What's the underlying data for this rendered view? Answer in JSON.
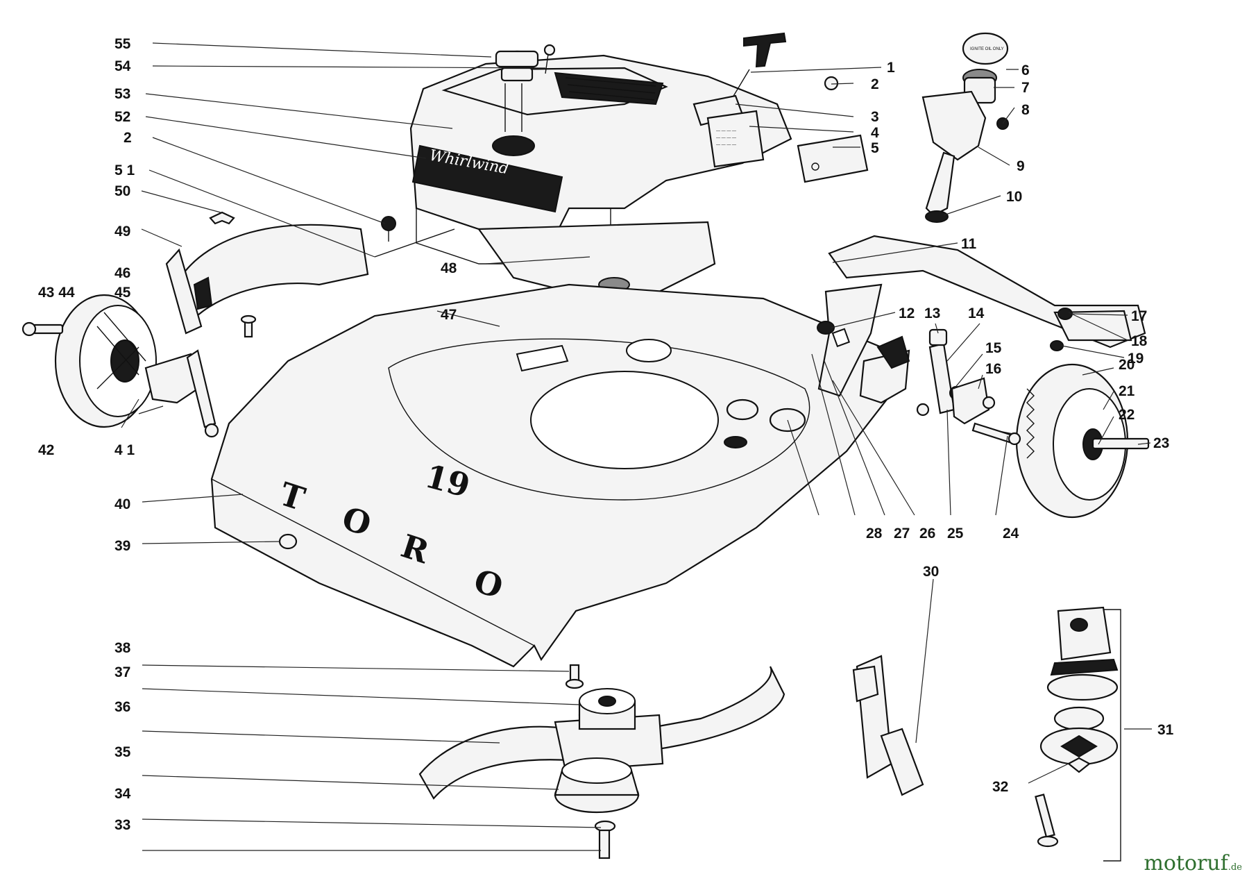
{
  "diagram": {
    "brand_label": "Whirlwind",
    "deck_letters": [
      "T",
      "O",
      "R",
      "O"
    ],
    "deck_number": "19",
    "cap_text": "IGNITE OIL ONLY"
  },
  "callouts": [
    {
      "id": "c1",
      "label": "1"
    },
    {
      "id": "c2a",
      "label": "2"
    },
    {
      "id": "c3",
      "label": "3"
    },
    {
      "id": "c4",
      "label": "4"
    },
    {
      "id": "c5",
      "label": "5"
    },
    {
      "id": "c6",
      "label": "6"
    },
    {
      "id": "c7",
      "label": "7"
    },
    {
      "id": "c8",
      "label": "8"
    },
    {
      "id": "c9",
      "label": "9"
    },
    {
      "id": "c10",
      "label": "10"
    },
    {
      "id": "c11",
      "label": "11"
    },
    {
      "id": "c12",
      "label": "12"
    },
    {
      "id": "c13",
      "label": "13"
    },
    {
      "id": "c14",
      "label": "14"
    },
    {
      "id": "c15",
      "label": "15"
    },
    {
      "id": "c16",
      "label": "16"
    },
    {
      "id": "c17",
      "label": "17"
    },
    {
      "id": "c18",
      "label": "18"
    },
    {
      "id": "c19",
      "label": "19"
    },
    {
      "id": "c20",
      "label": "20"
    },
    {
      "id": "c21",
      "label": "21"
    },
    {
      "id": "c22",
      "label": "22"
    },
    {
      "id": "c23",
      "label": "23"
    },
    {
      "id": "c24",
      "label": "24"
    },
    {
      "id": "c25",
      "label": "25"
    },
    {
      "id": "c26",
      "label": "26"
    },
    {
      "id": "c27",
      "label": "27"
    },
    {
      "id": "c28",
      "label": "28"
    },
    {
      "id": "c30",
      "label": "30"
    },
    {
      "id": "c31",
      "label": "31"
    },
    {
      "id": "c32",
      "label": "32"
    },
    {
      "id": "c33",
      "label": "33"
    },
    {
      "id": "c34",
      "label": "34"
    },
    {
      "id": "c35",
      "label": "35"
    },
    {
      "id": "c36",
      "label": "36"
    },
    {
      "id": "c37",
      "label": "37"
    },
    {
      "id": "c38",
      "label": "38"
    },
    {
      "id": "c39",
      "label": "39"
    },
    {
      "id": "c40",
      "label": "40"
    },
    {
      "id": "c41",
      "label": "4 1"
    },
    {
      "id": "c42",
      "label": "42"
    },
    {
      "id": "c4344",
      "label": "43 44"
    },
    {
      "id": "c45",
      "label": "45"
    },
    {
      "id": "c46",
      "label": "46"
    },
    {
      "id": "c47",
      "label": "47"
    },
    {
      "id": "c48",
      "label": "48"
    },
    {
      "id": "c49",
      "label": "49"
    },
    {
      "id": "c50",
      "label": "50"
    },
    {
      "id": "c51",
      "label": "5 1"
    },
    {
      "id": "c2b",
      "label": "2"
    },
    {
      "id": "c52",
      "label": "52"
    },
    {
      "id": "c53",
      "label": "53"
    },
    {
      "id": "c54",
      "label": "54"
    },
    {
      "id": "c55",
      "label": "55"
    }
  ],
  "watermark": {
    "text": "motoruf",
    "suffix": ".de"
  }
}
